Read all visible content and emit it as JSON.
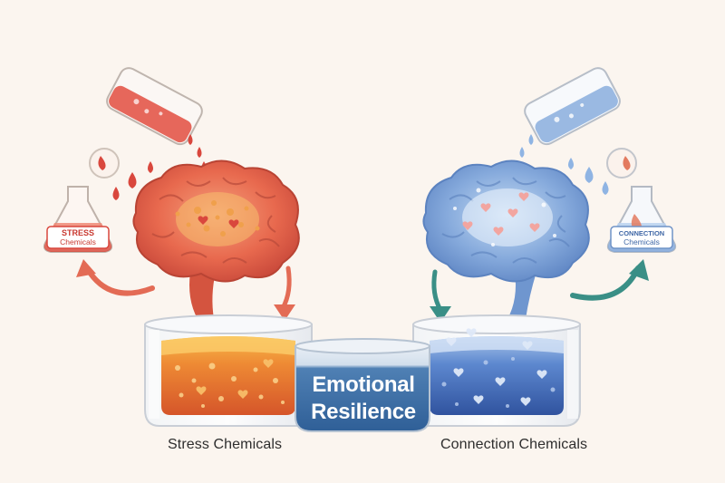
{
  "flask_labels": {
    "stress_line1": "STRESS",
    "stress_line2": "Chemicals",
    "connection_line1": "CONNECTION",
    "connection_line2": "Chemicals"
  },
  "center_tank": {
    "line1": "Emotional",
    "line2": "Resilience"
  },
  "captions": {
    "left": "Stress Chemicals",
    "right": "Connection Chemicals"
  },
  "colors": {
    "stress_brain": "#e6674d",
    "stress_liquid": "#e9782e",
    "connection_brain": "#80a8dc",
    "connection_liquid": "#3f6bb7",
    "center_tank": "#3d6fa4",
    "arrow_left": "#e36b55",
    "arrow_right": "#3a8f86"
  }
}
